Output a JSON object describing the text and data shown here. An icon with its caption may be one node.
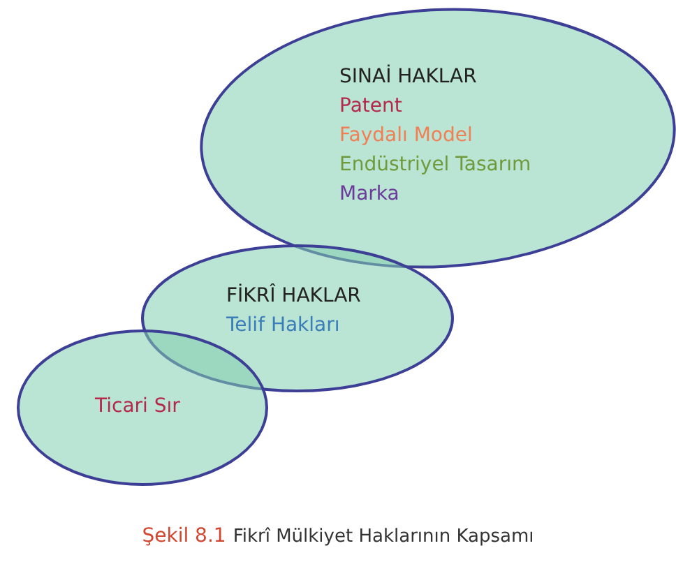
{
  "diagram": {
    "caption": "Fikrî Mülkiyet Haklarının Kapsamı",
    "nodes": [
      {
        "text": [
          "SINAİ HAKLAR",
          "Patent",
          "Faydalı Model",
          "Endüstriyel Tasarım",
          "Marka"
        ]
      },
      {
        "text": [
          "FİKRÎ HAKLAR",
          "Telif Hakları"
        ]
      },
      {
        "text": [
          "Ticari Sır"
        ]
      }
    ],
    "labels": [
      "Şekil 8.1"
    ]
  }
}
